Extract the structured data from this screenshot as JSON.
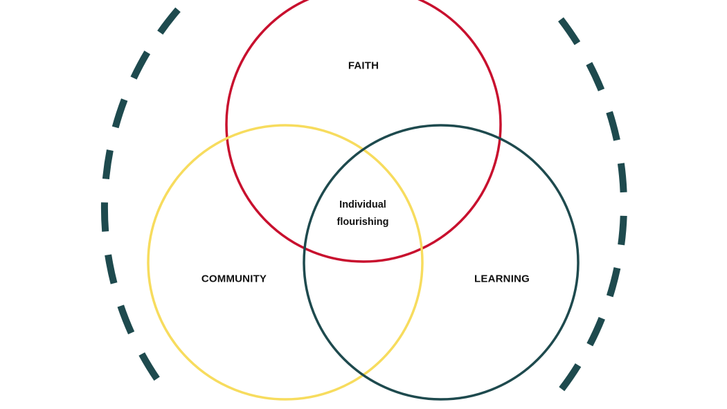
{
  "colors": {
    "background": "#ffffff",
    "faith": "#c8102e",
    "community": "#f7dc5e",
    "learning": "#1e4a4e",
    "outer_dashes": "#1e4a4e",
    "text": "#111111"
  },
  "diagram": {
    "circles": [
      {
        "name": "faith",
        "label": "FAITH"
      },
      {
        "name": "community",
        "label": "COMMUNITY"
      },
      {
        "name": "learning",
        "label": "LEARNING"
      }
    ],
    "center": {
      "line1": "Individual",
      "line2": "flourishing"
    }
  }
}
